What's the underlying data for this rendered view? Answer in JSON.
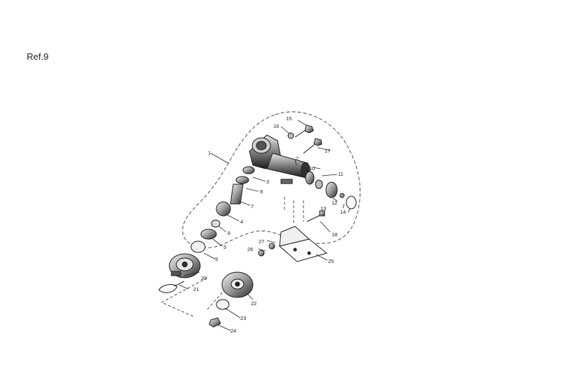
{
  "reference": "Ref.9",
  "colors": {
    "ink": "#1a1a1a",
    "paper": "#ffffff"
  },
  "callouts": [
    "15",
    "16",
    "17",
    "1",
    "2",
    "3",
    "8",
    "7",
    "4",
    "6",
    "5",
    "9",
    "10",
    "11",
    "12",
    "13",
    "14",
    "18",
    "27",
    "26",
    "25",
    "20",
    "21",
    "22",
    "23",
    "24"
  ]
}
